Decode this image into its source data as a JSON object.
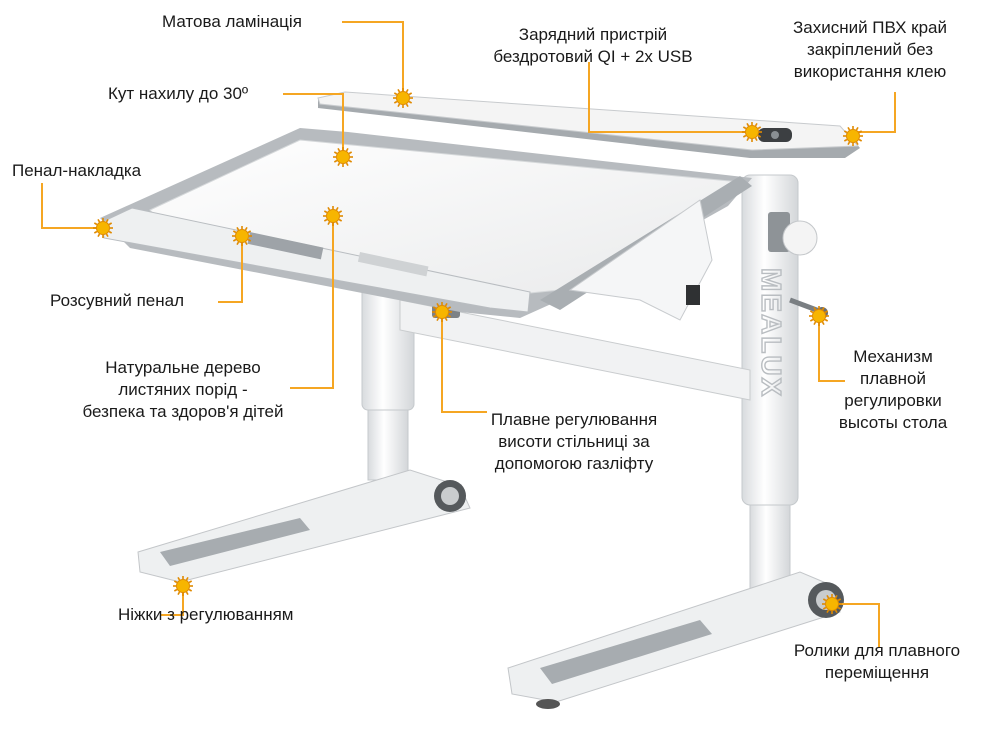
{
  "colors": {
    "leader": "#f5a623",
    "marker": "#f7b500",
    "frame": "#eceef0",
    "frame_shade": "#bfc3c7",
    "tray": "#9ea3a8",
    "top": "#f2f2f2"
  },
  "callouts": {
    "matte_lamination": "Матова ламінація",
    "charger": "Зарядний пристрій\nбездротовий QI + 2x USB",
    "pvc_edge": "Захисний ПВХ край\nзакріплений без\nвикористання клею",
    "tilt_angle": "Кут нахилу до 30º",
    "pencil_overlay": "Пенал-накладка",
    "sliding_pencil_case": "Розсувний пенал",
    "natural_wood": "Натуральне дерево\nлистяних порід -\nбезпека та здоров'я дітей",
    "gas_lift": "Плавне регулювання\nвисоти стільниці за\nдопомогою газліфту",
    "height_mechanism": "Механизм\nплавной\nрегулировки\nвысоты стола",
    "adjustable_legs": "Ніжки з регулюванням",
    "rollers": "Ролики для плавного\nпереміщення"
  },
  "leg_lettering": "MEALUX",
  "icons": {
    "marker": "sun-marker-icon",
    "charger": "charger-pad-icon",
    "crank": "crank-handle-icon",
    "wheel": "caster-wheel-icon"
  }
}
